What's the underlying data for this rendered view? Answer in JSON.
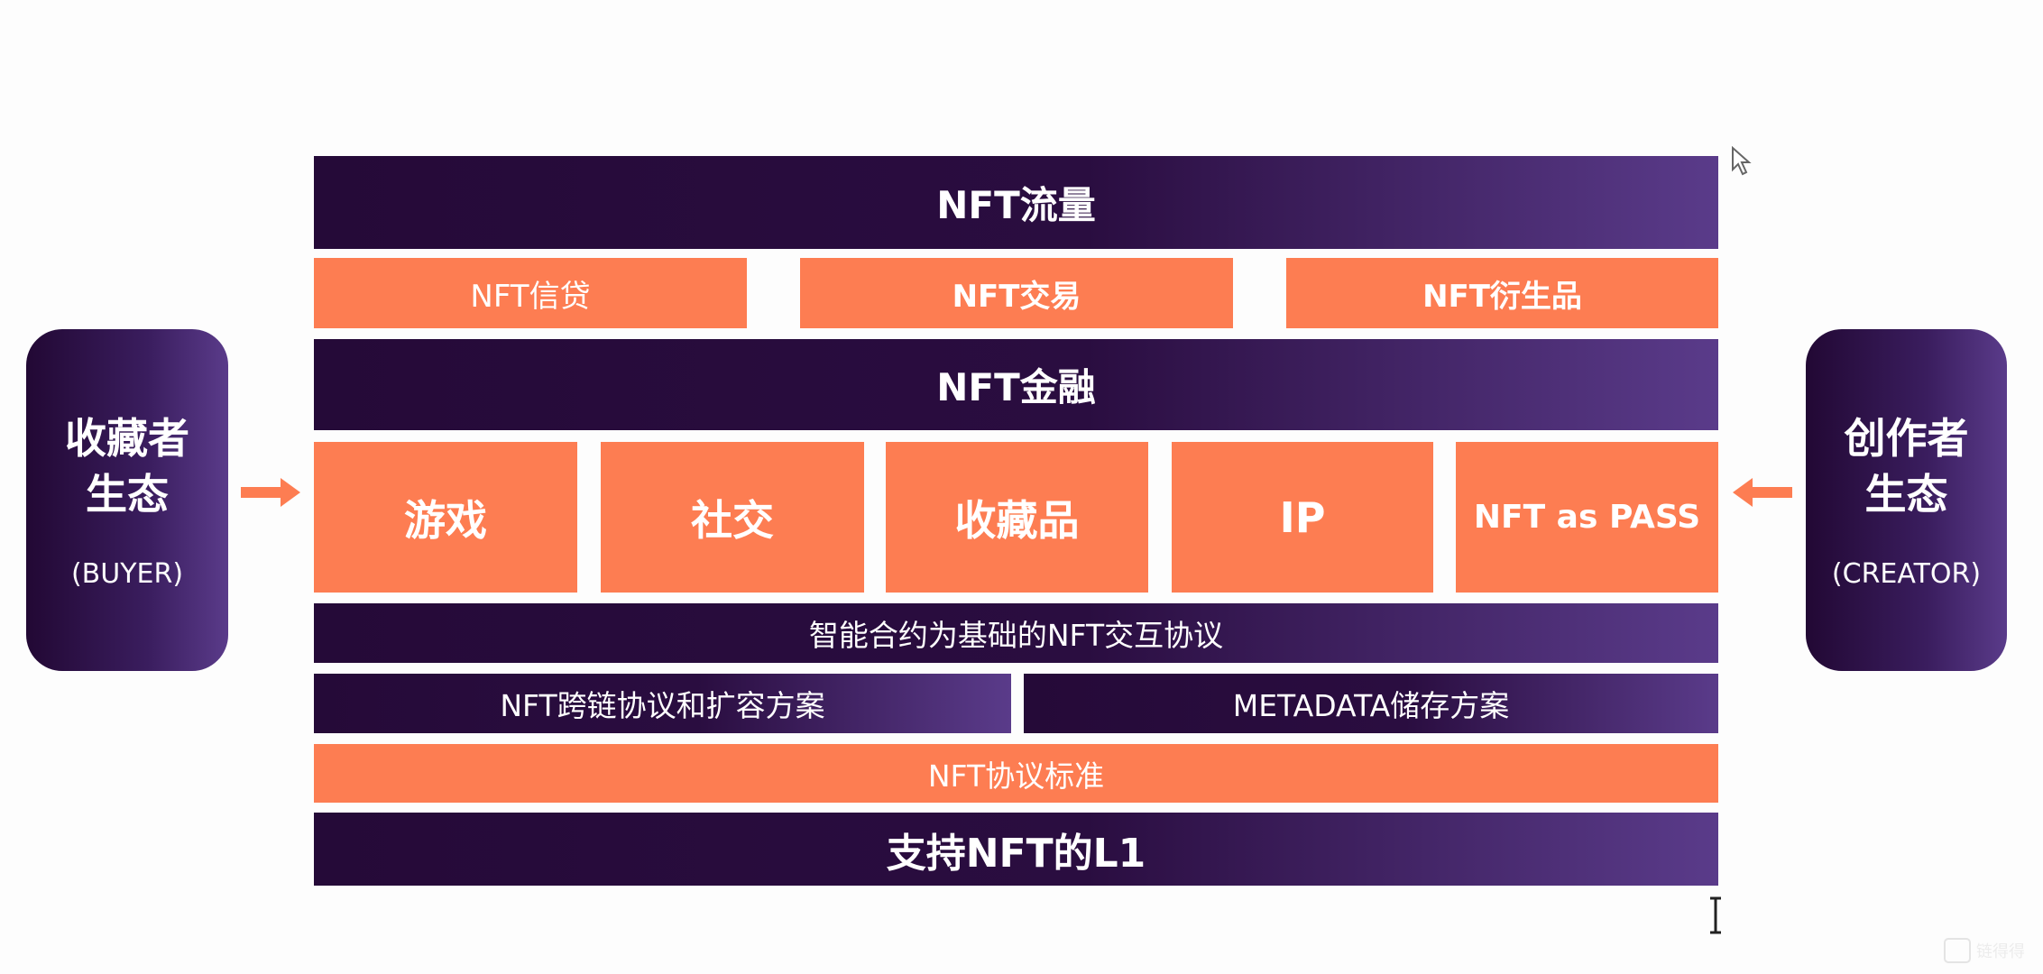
{
  "colors": {
    "dark": "#250a38",
    "dark_end": "#5a3b8a",
    "orange": "#fd7d52"
  },
  "layers": {
    "traffic": "NFT流量",
    "row2": [
      "NFT信贷",
      "NFT交易",
      "NFT衍生品"
    ],
    "finance": "NFT金融",
    "apps": [
      "游戏",
      "社交",
      "收藏品",
      "IP",
      "NFT as PASS"
    ],
    "interaction": "智能合约为基础的NFT交互协议",
    "cross_chain": "NFT跨链协议和扩容方案",
    "metadata": "METADATA储存方案",
    "standard": "NFT协议标准",
    "l1": "支持NFT的L1"
  },
  "buyer": {
    "title_line1": "收藏者",
    "title_line2": "生态",
    "subtitle": "(BUYER)"
  },
  "creator": {
    "title_line1": "创作者",
    "title_line2": "生态",
    "subtitle": "(CREATOR)"
  },
  "watermark": "链得得"
}
